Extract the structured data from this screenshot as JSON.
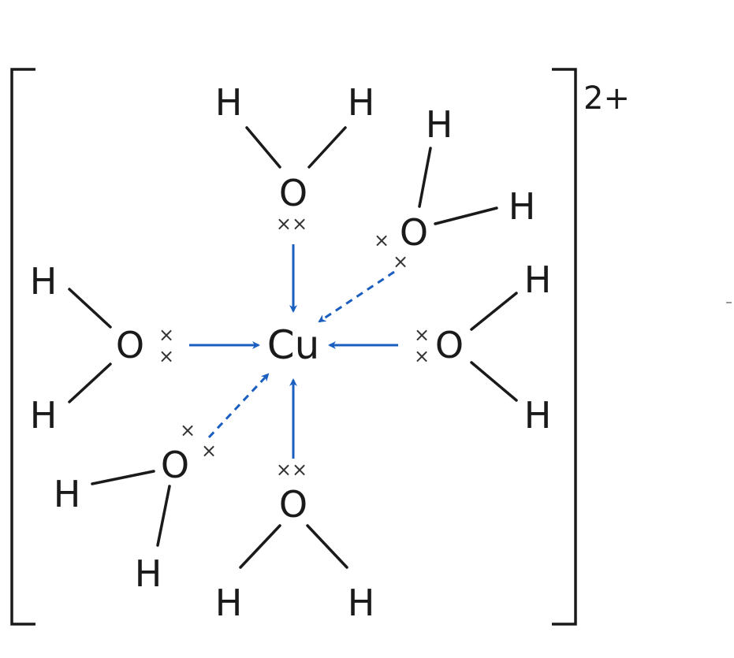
{
  "diagram": {
    "center_atom": "Cu",
    "charge": "2+",
    "ligand_atom": "O",
    "hydrogen": "H",
    "lone_pair": "××",
    "arrow_color": "#1a5fc0",
    "ligands": [
      {
        "position": "top",
        "bond": "dative",
        "style": "solid"
      },
      {
        "position": "upper-right",
        "bond": "dative",
        "style": "dashed"
      },
      {
        "position": "left",
        "bond": "dative",
        "style": "solid"
      },
      {
        "position": "right",
        "bond": "dative",
        "style": "solid"
      },
      {
        "position": "lower-left",
        "bond": "dative",
        "style": "dashed"
      },
      {
        "position": "bottom",
        "bond": "dative",
        "style": "solid"
      }
    ]
  }
}
